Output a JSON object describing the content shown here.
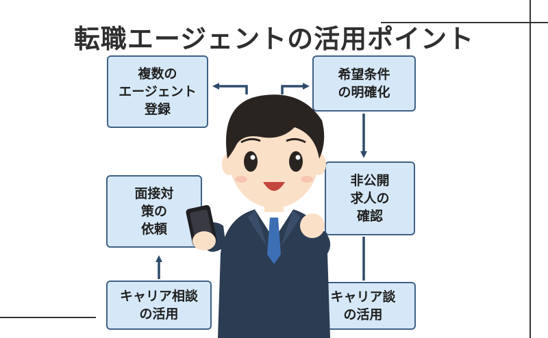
{
  "title": "転職エージェントの活用ポイント",
  "boxes": {
    "multi_agent": "複数の\nエージェント\n登録",
    "clarify": "希望条件\nの明確化",
    "hidden_jobs": "非公開\n求人の\n確認",
    "career_talk": "キャリア談\nの活用",
    "career_consult": "キャリア相談\nの活用",
    "interview_prep": "面接対\n策の\n依頼"
  },
  "colors": {
    "box_fill": "#d6e8f8",
    "box_border": "#3f5f85",
    "arrow": "#2e4a6b",
    "suit": "#2c3c52",
    "tie": "#3d6fb4",
    "hair": "#2a2420",
    "skin": "#fbe0c8"
  },
  "icons": {
    "character": "businessman-with-smartphone-illustration"
  }
}
